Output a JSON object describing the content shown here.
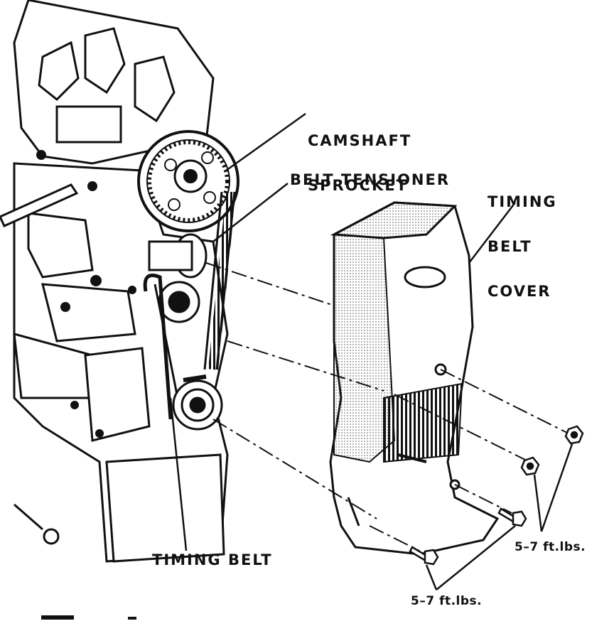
{
  "labels": {
    "camshaft_sprocket": [
      "CAMSHAFT",
      "SPROCKET"
    ],
    "belt_tensioner": "BELT TENSIONER",
    "timing_belt_cover": [
      "TIMING",
      "BELT",
      "COVER"
    ],
    "timing_belt": "TIMING BELT",
    "torque_right": "5–7 ft.lbs.",
    "torque_bottom": "5–7 ft.lbs."
  },
  "colors": {
    "ink": "#111111",
    "paper": "#ffffff",
    "shade": "#9a9a9a"
  }
}
